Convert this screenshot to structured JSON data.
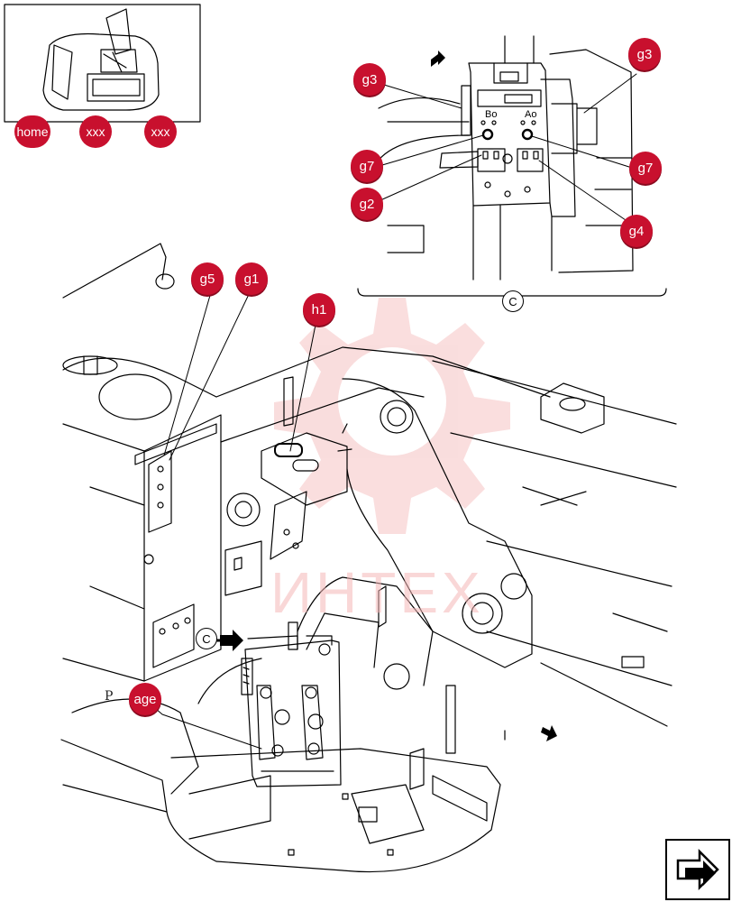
{
  "thumbnail": {
    "tabs": [
      {
        "name": "home-tab",
        "label": "home"
      },
      {
        "name": "xxx-tab-1",
        "label": "xxx"
      },
      {
        "name": "xxx-tab-2",
        "label": "xxx"
      }
    ]
  },
  "callouts": {
    "g3_left": "g3",
    "g3_right": "g3",
    "g7_left": "g7",
    "g7_right": "g7",
    "g2": "g2",
    "g4": "g4",
    "g5": "g5",
    "g1": "g1",
    "h1": "h1",
    "page": "age"
  },
  "labels": {
    "valve_bo": "Bo",
    "valve_ao": "Ao",
    "ref_c_detail": "C",
    "ref_c_main": "C",
    "page_prefix": "P A",
    "watermark": "ИНТЕХ"
  },
  "icons": {
    "view_arrow": "bold-arrow-icon",
    "next_page": "next-page-arrow-icon"
  },
  "colors": {
    "callout": "#c8102e",
    "watermark": "#f5b7b7"
  }
}
